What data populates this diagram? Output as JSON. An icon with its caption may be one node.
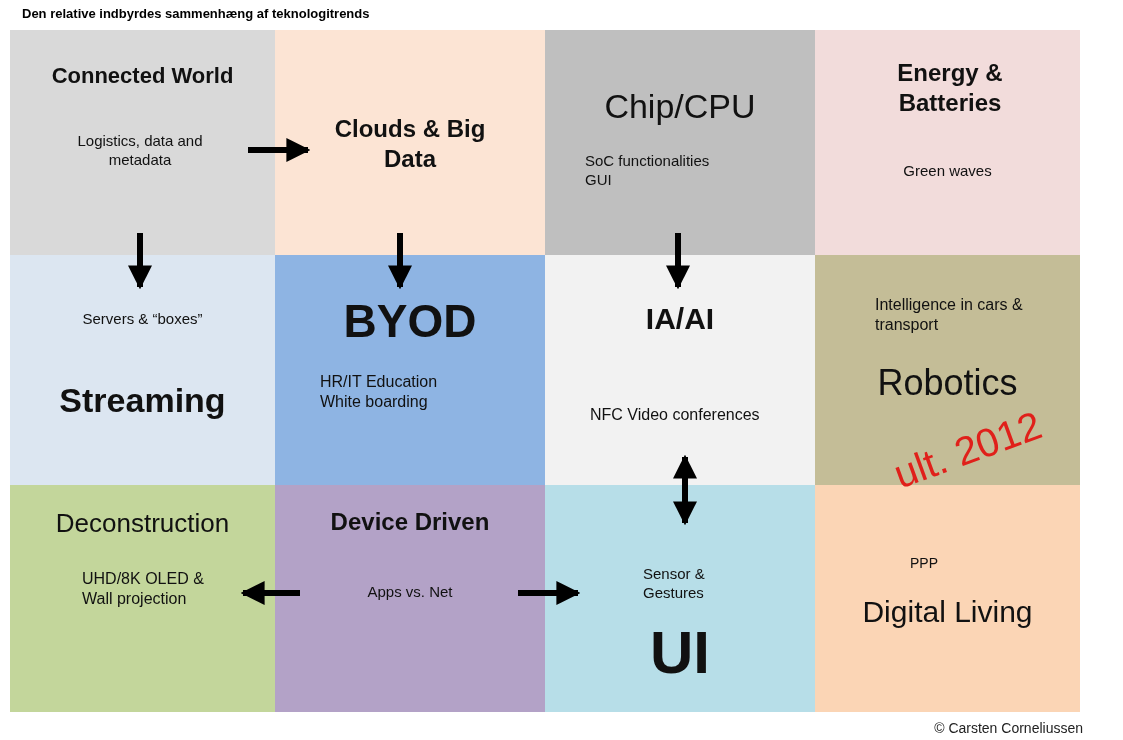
{
  "diagram": {
    "title": "Den relative indbyrdes sammenhæng af teknologitrends",
    "nodes": [
      {
        "text": [
          "Connected World",
          "Logistics, data and metadata"
        ]
      },
      {
        "text": [
          "Clouds & Big Data"
        ]
      },
      {
        "text": [
          "Chip/CPU",
          "SoC functionalities GUI"
        ]
      },
      {
        "text": [
          "Energy & Batteries",
          "Green waves"
        ]
      },
      {
        "text": [
          "Servers & “boxes”",
          "Streaming"
        ]
      },
      {
        "text": [
          "BYOD",
          "HR/IT Education White boarding"
        ]
      },
      {
        "text": [
          "IA/AI",
          "NFC Video conferences"
        ]
      },
      {
        "text": [
          "Intelligence in cars & transport",
          "Robotics"
        ]
      },
      {
        "text": [
          "Deconstruction",
          "UHD/8K OLED & Wall projection"
        ]
      },
      {
        "text": [
          "Device Driven",
          "Apps vs. Net"
        ]
      },
      {
        "text": [
          "Sensor & Gestures",
          "UI"
        ]
      },
      {
        "text": [
          "PPP",
          "Digital Living"
        ]
      }
    ],
    "edges": [
      {
        "from": 0,
        "to": 1,
        "arrow": "to"
      },
      {
        "from": 0,
        "to": 4,
        "arrow": "to"
      },
      {
        "from": 1,
        "to": 5,
        "arrow": "to"
      },
      {
        "from": 2,
        "to": 6,
        "arrow": "to"
      },
      {
        "from": 6,
        "to": 10,
        "arrow": "both"
      },
      {
        "from": 9,
        "to": 8,
        "arrow": "to"
      },
      {
        "from": 9,
        "to": 10,
        "arrow": "to"
      }
    ],
    "labels": [
      "ult. 2012",
      "© Carsten Corneliussen"
    ]
  }
}
